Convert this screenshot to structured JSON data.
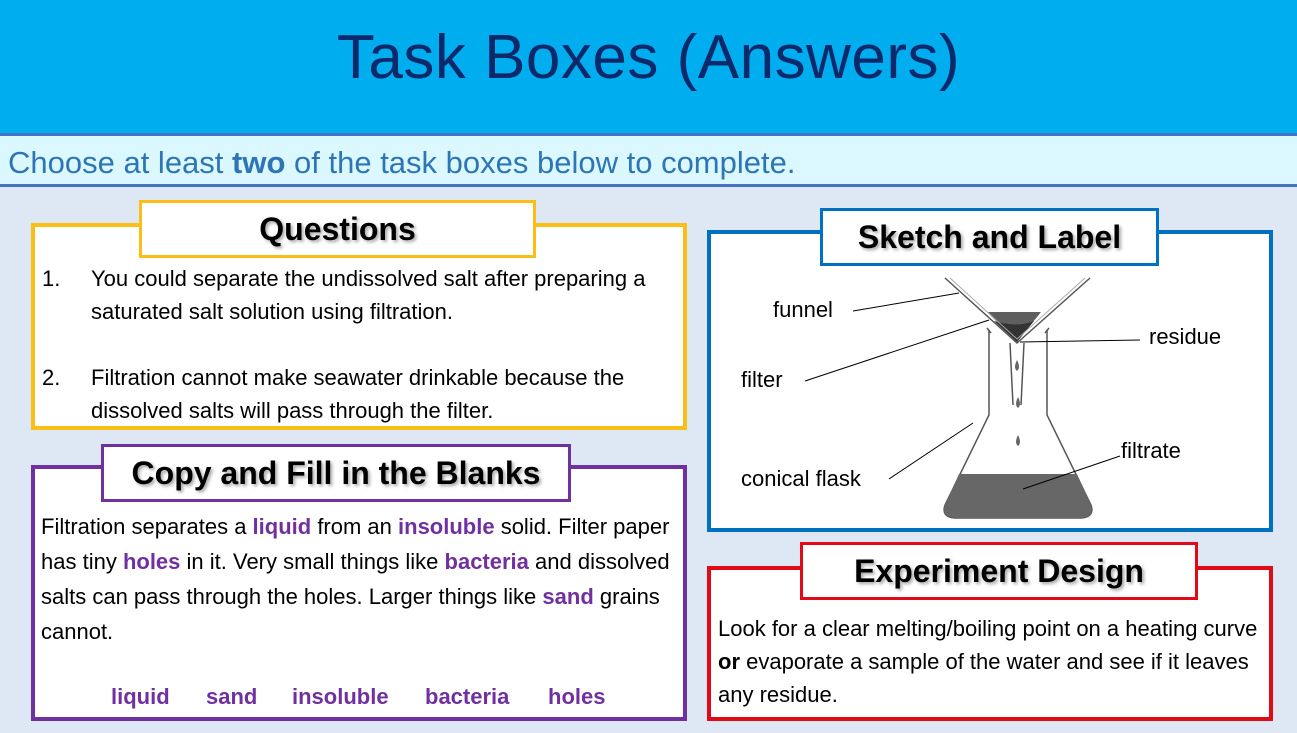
{
  "header": {
    "title": "Task Boxes (Answers)"
  },
  "instruction": {
    "before": "Choose at least ",
    "bold": "two",
    "after": " of the task boxes below to complete."
  },
  "questions": {
    "title": "Questions",
    "items": [
      {
        "num": "1.",
        "text": "You could separate the undissolved salt after preparing a saturated salt solution using filtration."
      },
      {
        "num": "2.",
        "text": "Filtration cannot make seawater drinkable because the dissolved salts will pass through the filter."
      }
    ]
  },
  "fill_blanks": {
    "title": "Copy and Fill in the Blanks",
    "text": {
      "t1": "Filtration separates a ",
      "w1": "liquid",
      "t2": " from an ",
      "w2": "insoluble",
      "t3": " solid. Filter paper has tiny ",
      "w3": "holes",
      "t4": " in it. Very small things like ",
      "w4": "bacteria",
      "t5": " and dissolved salts can pass through the holes. Larger things like ",
      "w5": "sand",
      "t6": " grains cannot."
    },
    "word_bank": [
      "liquid",
      "sand",
      "insoluble",
      "bacteria",
      "holes"
    ],
    "highlight_color": "#7030a0"
  },
  "sketch": {
    "title": "Sketch and Label",
    "labels": {
      "funnel": "funnel",
      "filter": "filter",
      "residue": "residue",
      "filtrate": "filtrate",
      "conical_flask": "conical flask"
    }
  },
  "experiment": {
    "title": "Experiment Design",
    "before": "Look for a clear melting/boiling point on a heating curve ",
    "bold": "or",
    "after": " evaporate a sample of the water and see if it leaves any residue."
  },
  "colors": {
    "header_bg": "#00adef",
    "title_text": "#0c2a6b",
    "instruction_bg": "#daf8fd",
    "instruction_text": "#2e75b6",
    "questions_border": "#fbbe14",
    "fill_border": "#7030a0",
    "sketch_border": "#0070c0",
    "experiment_border": "#e20a17"
  }
}
